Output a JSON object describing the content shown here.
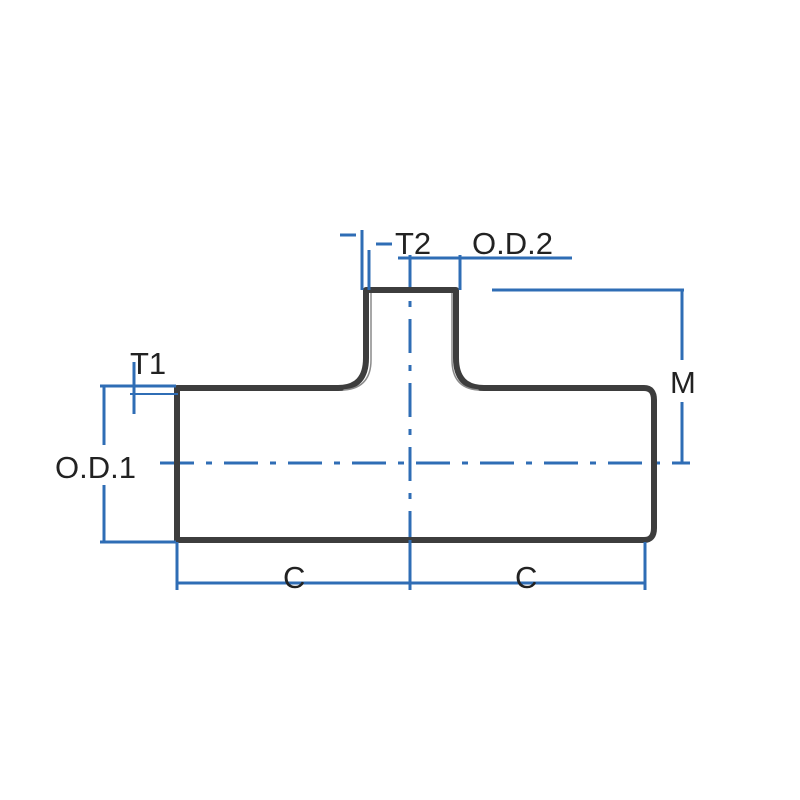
{
  "colors": {
    "outline": "#3d3d3d",
    "dimension": "#2f6db5",
    "centerline": "#2f6db5",
    "text": "#222222",
    "background": "#ffffff"
  },
  "labels": {
    "t1": "T1",
    "t2": "T2",
    "od1": "O.D.1",
    "od2": "O.D.2",
    "m": "M",
    "c_left": "C",
    "c_right": "C"
  }
}
